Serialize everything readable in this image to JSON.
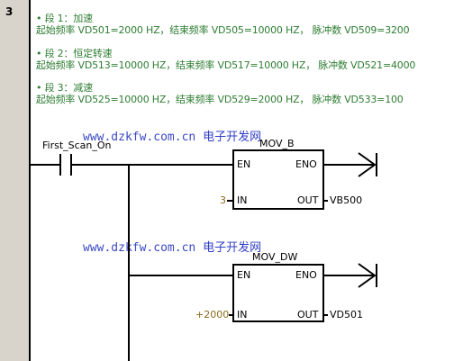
{
  "network": {
    "number": "3"
  },
  "comments": [
    {
      "title": "• 段 1：加速",
      "detail": "起始频率 VD501=2000 HZ，结束频率 VD505=10000 HZ，  脉冲数  VD509=3200"
    },
    {
      "title": "• 段 2：恒定转速",
      "detail": "起始频率 VD513=10000 HZ，结束频率 VD517=10000 HZ，  脉冲数  VD521=4000"
    },
    {
      "title": "• 段 3：减速",
      "detail": "起始频率 VD525=10000 HZ，结束频率 VD529=2000 HZ，  脉冲数  VD533=100"
    }
  ],
  "watermark": {
    "url": "www.dzkfw.com.cn",
    "name": "电子开发网"
  },
  "contact": {
    "label": "First_Scan_On"
  },
  "boxes": [
    {
      "name": "MOV_B",
      "en": "EN",
      "eno": "ENO",
      "in_pin": "IN",
      "out_pin": "OUT",
      "in_value": "3",
      "out_value": "VB500"
    },
    {
      "name": "MOV_DW",
      "en": "EN",
      "eno": "ENO",
      "in_pin": "IN",
      "out_pin": "OUT",
      "in_value": "+2000",
      "out_value": "VD501"
    }
  ],
  "colors": {
    "comment": "#2e7d32",
    "watermark": "#3a49c2",
    "operand_value": "#8a6b1d",
    "network_bar": "#d8d4cc"
  }
}
